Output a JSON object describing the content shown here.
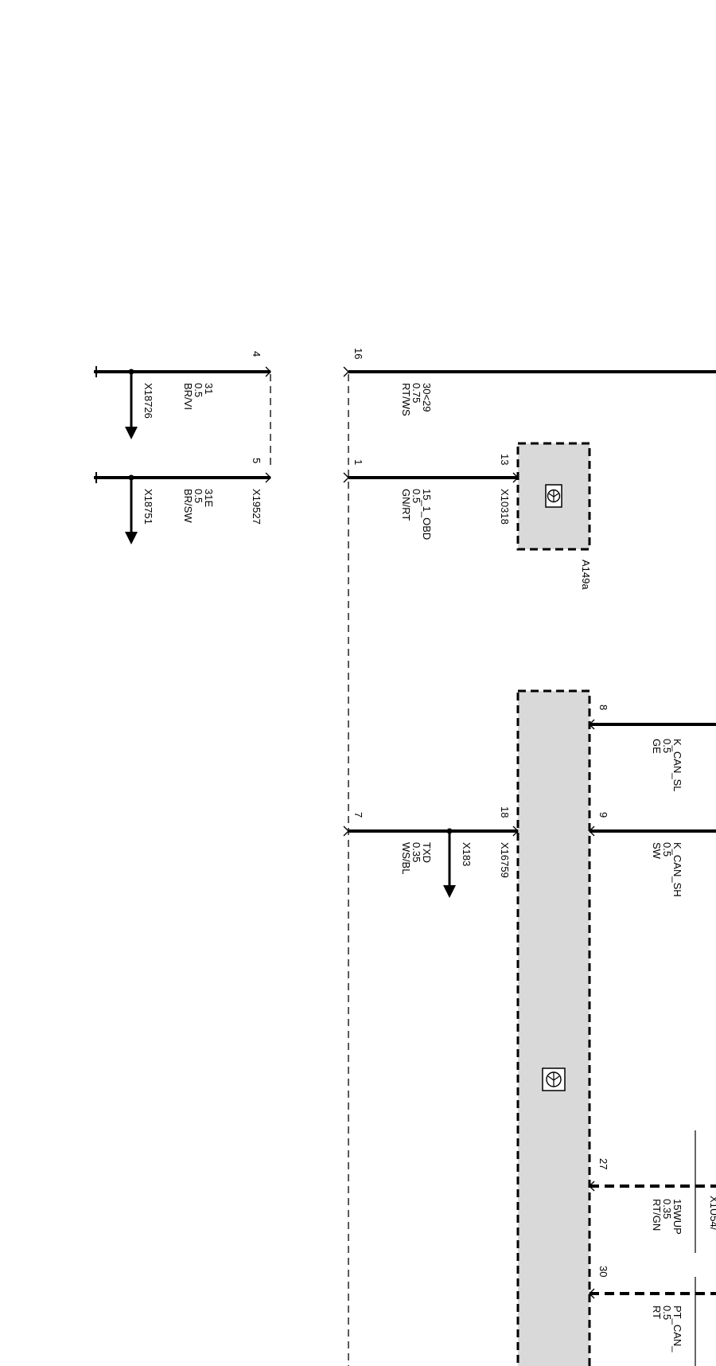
{
  "diagram": {
    "pins": {
      "p16": "16",
      "p4": "4",
      "p5": "5",
      "p1": "1",
      "p13": "13",
      "p8": "8",
      "p9": "9",
      "p18": "18",
      "p7": "7",
      "p27": "27",
      "p30": "30"
    },
    "connectors": {
      "x19527": "X19527",
      "x18726": "X18726",
      "x18751": "X18751",
      "x10318": "X10318",
      "x16759": "X16759",
      "x183": "X183",
      "x10547": "X1U54/"
    },
    "components": {
      "a149a": "A149a"
    },
    "wires": {
      "w16": [
        "30<29",
        "0.75",
        "RT/WS"
      ],
      "w4": [
        "31",
        "0.5",
        "BR/VI"
      ],
      "w5": [
        "31E",
        "0.5",
        "BR/SW"
      ],
      "w1": [
        "15_1_OBD",
        "0.5",
        "GN/RT"
      ],
      "w8": [
        "K_CAN_SL",
        "0.5",
        "GE"
      ],
      "w9": [
        "K_CAN_SH",
        "0.5",
        "SW"
      ],
      "w7": [
        "TXD",
        "0.35",
        "WS/BL"
      ],
      "w27": [
        "15WUP",
        "0.35",
        "RT/GN"
      ],
      "w30": [
        "PT_CAN_",
        "0.5",
        "RT"
      ]
    },
    "colors": {
      "line": "#000000",
      "module_fill": "#d9d9d9",
      "background": "#ffffff"
    }
  }
}
